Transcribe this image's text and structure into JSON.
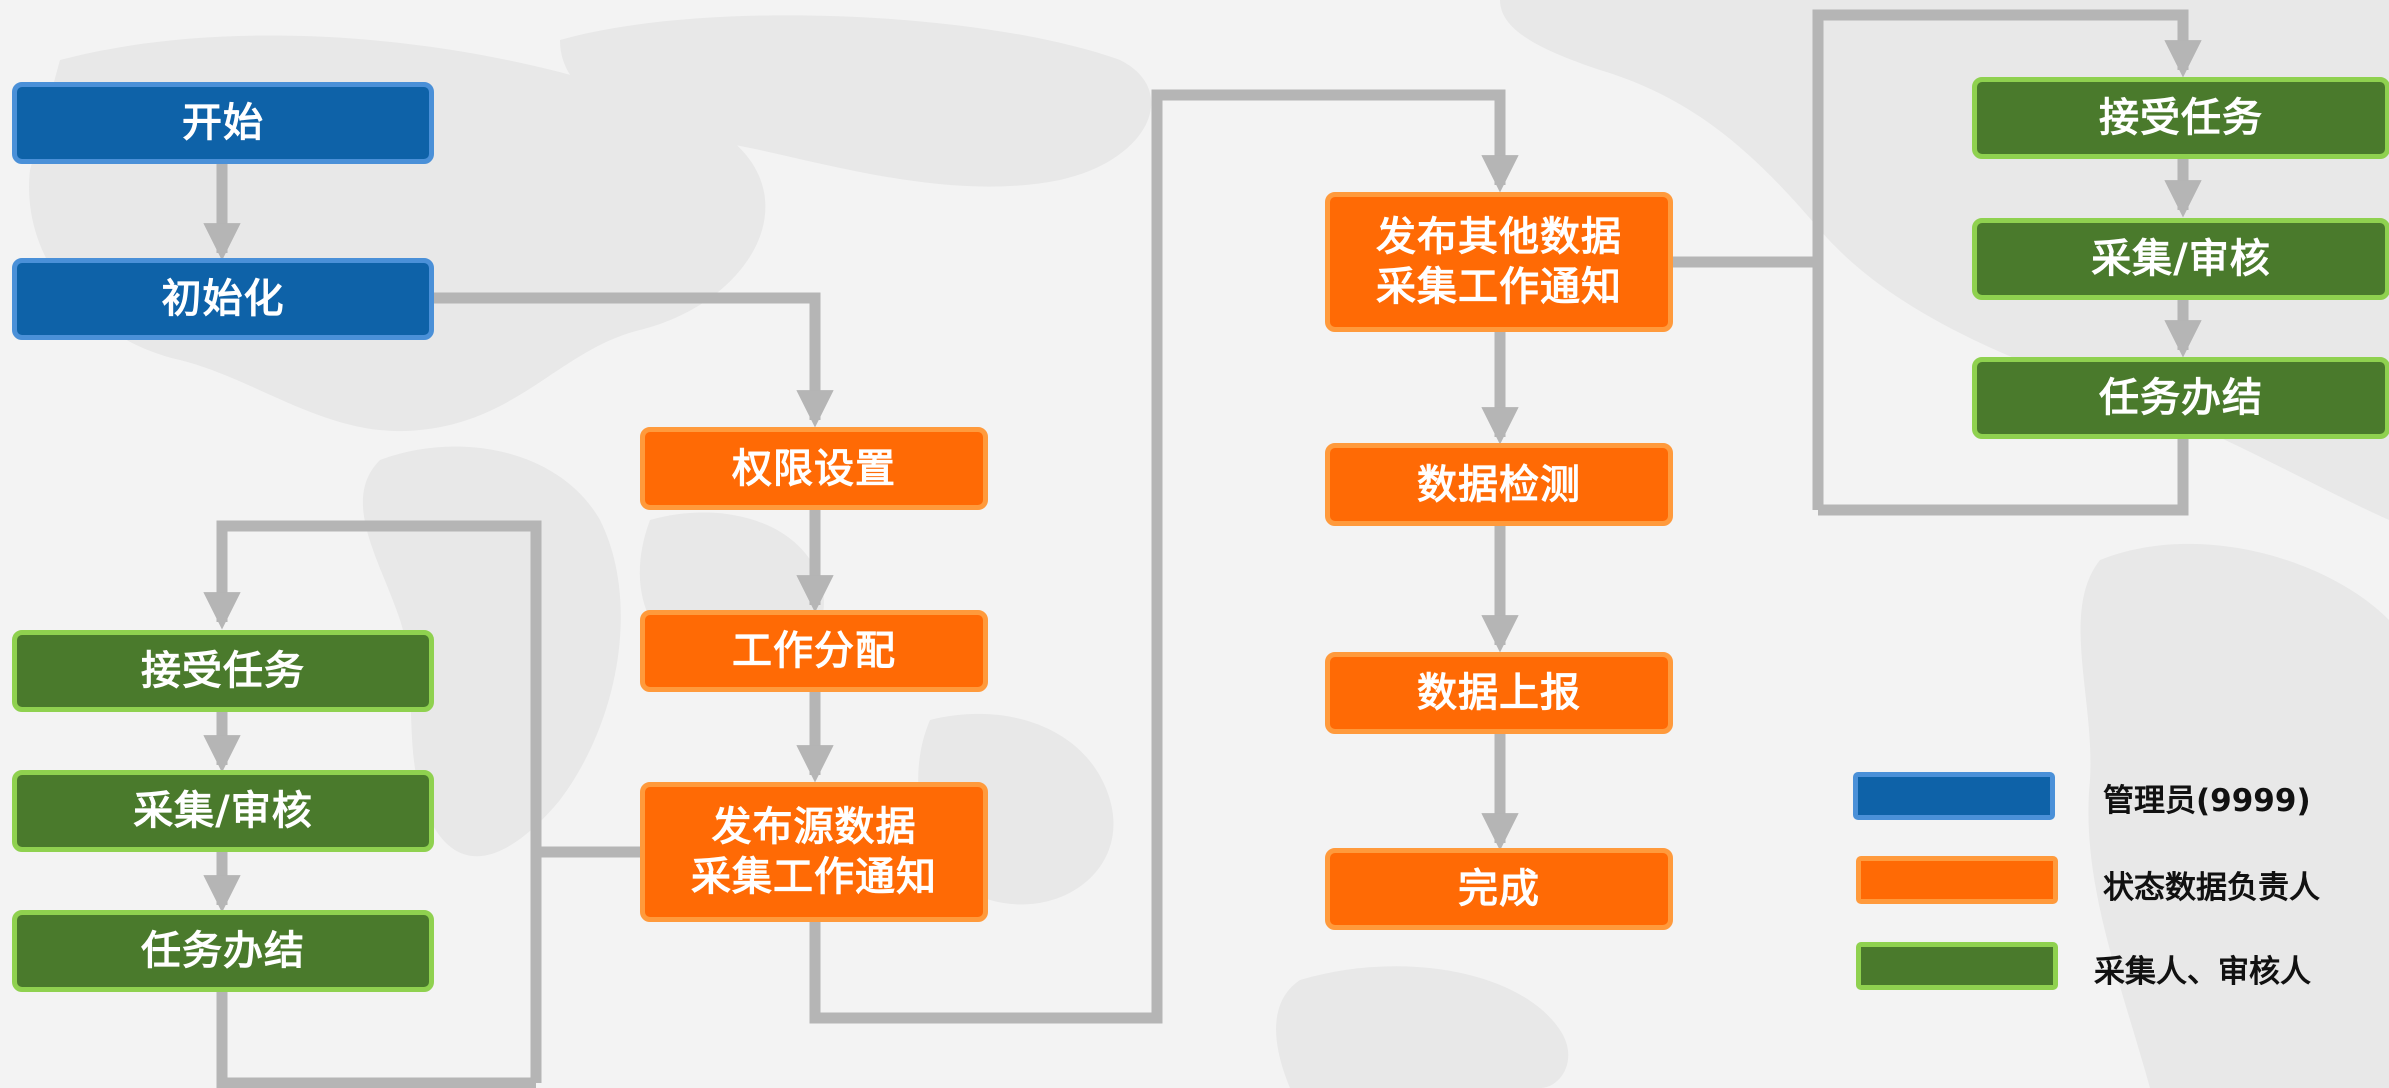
{
  "colors": {
    "admin_fill": "#0e62a8",
    "admin_border": "#4a90d8",
    "owner_fill": "#ff6a05",
    "owner_border": "#ff9a3c",
    "collector_fill": "#4a7a2c",
    "collector_border": "#8fd14f",
    "connector": "#b5b5b5"
  },
  "nodes": {
    "start": "开始",
    "init": "初始化",
    "permission": "权限设置",
    "assign": "工作分配",
    "publish_source": "发布源数据\n采集工作通知",
    "left_accept": "接受任务",
    "left_collect": "采集/审核",
    "left_done": "任务办结",
    "publish_other": "发布其他数据\n采集工作通知",
    "check": "数据检测",
    "report": "数据上报",
    "finish": "完成",
    "right_accept": "接受任务",
    "right_collect": "采集/审核",
    "right_done": "任务办结"
  },
  "legend": {
    "admin": "管理员(9999)",
    "owner": "状态数据负责人",
    "collector": "采集人、审核人"
  }
}
